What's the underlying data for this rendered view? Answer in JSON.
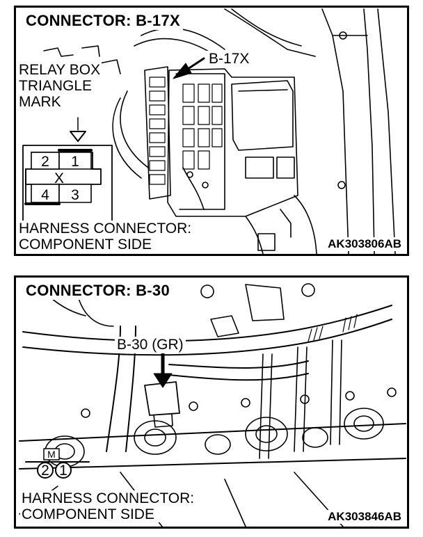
{
  "panel_top": {
    "title": "CONNECTOR: B-17X",
    "callout": "B-17X",
    "relay_box_lines": [
      "RELAY BOX",
      "TRIANGLE",
      "MARK"
    ],
    "pins": [
      "2",
      "1",
      "4",
      "3"
    ],
    "pin_cross": "X",
    "harness_lines": [
      "HARNESS CONNECTOR:",
      "COMPONENT SIDE"
    ],
    "code": "AK303806AB"
  },
  "panel_bottom": {
    "title": "CONNECTOR: B-30",
    "callout": "B-30 (GR)",
    "key_mark": "M",
    "pins": [
      "2",
      "1"
    ],
    "harness_lines": [
      "HARNESS CONNECTOR:",
      "COMPONENT SIDE"
    ],
    "code": "AK303846AB"
  }
}
